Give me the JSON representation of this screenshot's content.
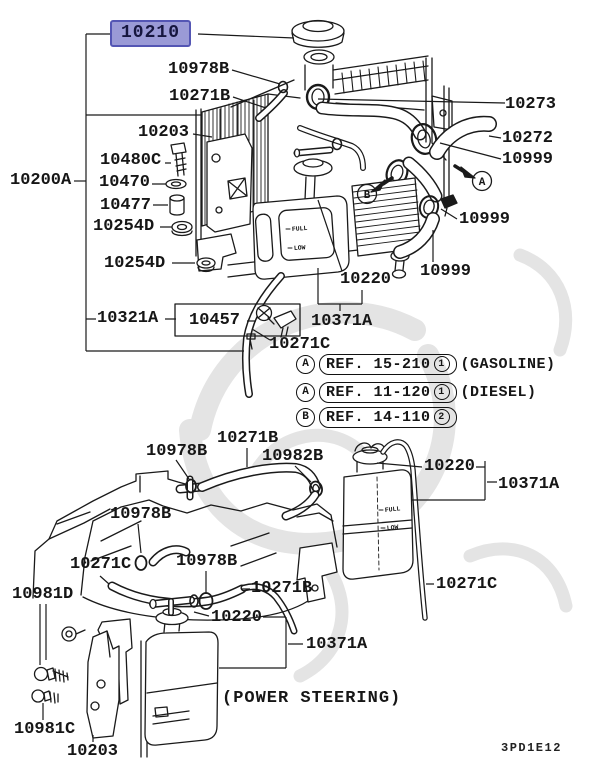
{
  "parts": {
    "p10210": "10210",
    "p10200a": "10200A",
    "p10978b": "10978B",
    "p10271b": "10271B",
    "p10203": "10203",
    "p10480c": "10480C",
    "p10470": "10470",
    "p10477": "10477",
    "p10254d": "10254D",
    "p10321a": "10321A",
    "p10457": "10457",
    "p10271c": "10271C",
    "p10220": "10220",
    "p10371a": "10371A",
    "p10273": "10273",
    "p10272": "10272",
    "p10999": "10999",
    "p10982b": "10982B",
    "p10981d": "10981D",
    "p10981c": "10981C"
  },
  "markers": {
    "a": "A",
    "b": "B"
  },
  "refs": [
    {
      "marker": "A",
      "label": "REF. 15-210",
      "num": "1",
      "note": "(GASOLINE)"
    },
    {
      "marker": "A",
      "label": "REF. 11-120",
      "num": "1",
      "note": "(DIESEL)"
    },
    {
      "marker": "B",
      "label": "REF. 14-110",
      "num": "2",
      "note": ""
    }
  ],
  "tank_markings": {
    "full": "FULL",
    "low": "LOW"
  },
  "caption": "(POWER STEERING)",
  "diagram_code": "3PD1E12",
  "colors": {
    "highlight_bg": "#9a9ad6",
    "highlight_border": "#5456b4",
    "line": "#1a1a1a"
  }
}
